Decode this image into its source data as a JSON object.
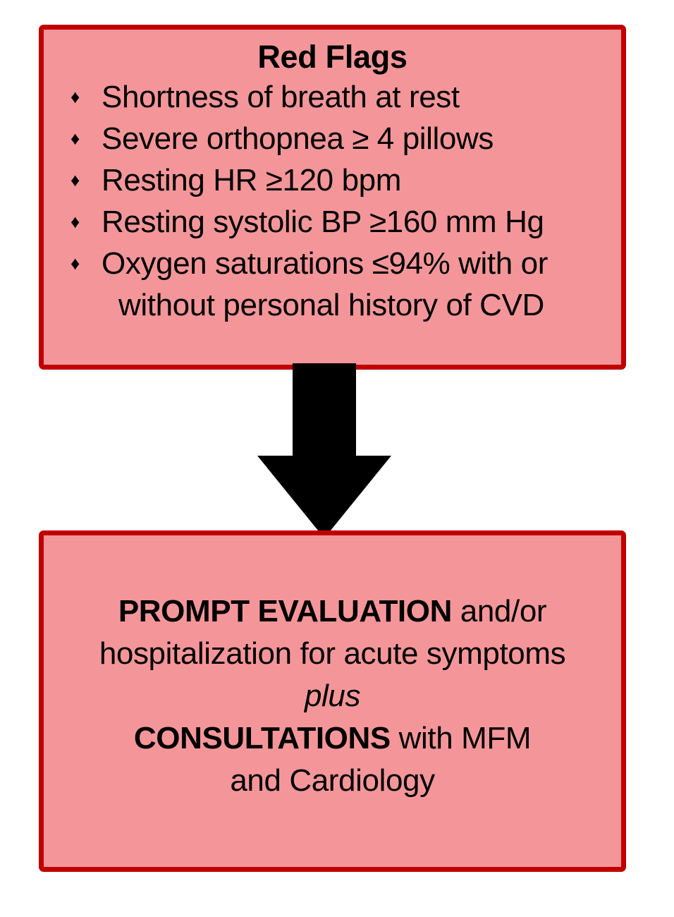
{
  "colors": {
    "box_fill": "#F49699",
    "box_border": "#C00000",
    "arrow": "#000000",
    "text": "#000000",
    "background": "#FFFFFF"
  },
  "red_flags_box": {
    "title": "Red Flags",
    "bullet_glyph": "♦",
    "items": [
      {
        "text": "Shortness of breath at rest",
        "continuation": ""
      },
      {
        "text": "Severe orthopnea ≥ 4 pillows",
        "continuation": ""
      },
      {
        "text": "Resting HR ≥120 bpm",
        "continuation": ""
      },
      {
        "text": "Resting systolic BP ≥160 mm Hg",
        "continuation": ""
      },
      {
        "text": "Oxygen saturations ≤94% with or",
        "continuation": "without personal history of CVD"
      }
    ]
  },
  "arrow": {
    "name": "down-arrow",
    "direction": "down"
  },
  "action_box": {
    "line1_bold": "PROMPT EVALUATION",
    "line1_rest": " and/or",
    "line2": "hospitalization for acute symptoms",
    "line3_italic": "plus",
    "line4_bold": "CONSULTATIONS",
    "line4_rest": " with MFM",
    "line5": "and Cardiology"
  }
}
